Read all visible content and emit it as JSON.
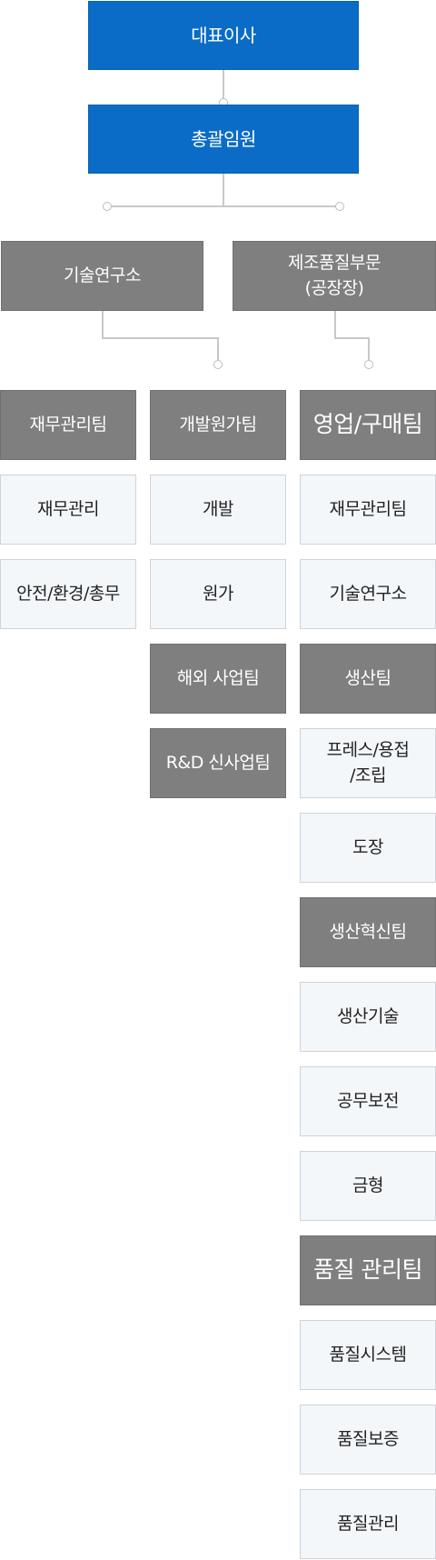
{
  "top": {
    "ceo": "대표이사",
    "gm": "총괄임원"
  },
  "divisions": {
    "rnd": "기술연구소",
    "manufacturing": "제조품질부문\n(공장장)"
  },
  "col1": {
    "header": "재무관리팀",
    "items": [
      "재무관리",
      "안전/환경/총무"
    ]
  },
  "col2": {
    "header": "개발원가팀",
    "items": [
      "개발",
      "원가"
    ],
    "overseas_team": "해외 사업팀",
    "rnd_new_team": "R&D 신사업팀"
  },
  "col3": {
    "header": "영업/구매팀",
    "items": [
      "재무관리팀",
      "기술연구소"
    ],
    "production_team": "생산팀",
    "production_items": [
      "프레스/용접\n/조립",
      "도장"
    ],
    "innovation_team": "생산혁신팀",
    "innovation_items": [
      "생산기술",
      "공무보전",
      "금형"
    ],
    "quality_team": "품질 관리팀",
    "quality_items": [
      "품질시스템",
      "품질보증",
      "품질관리"
    ]
  }
}
